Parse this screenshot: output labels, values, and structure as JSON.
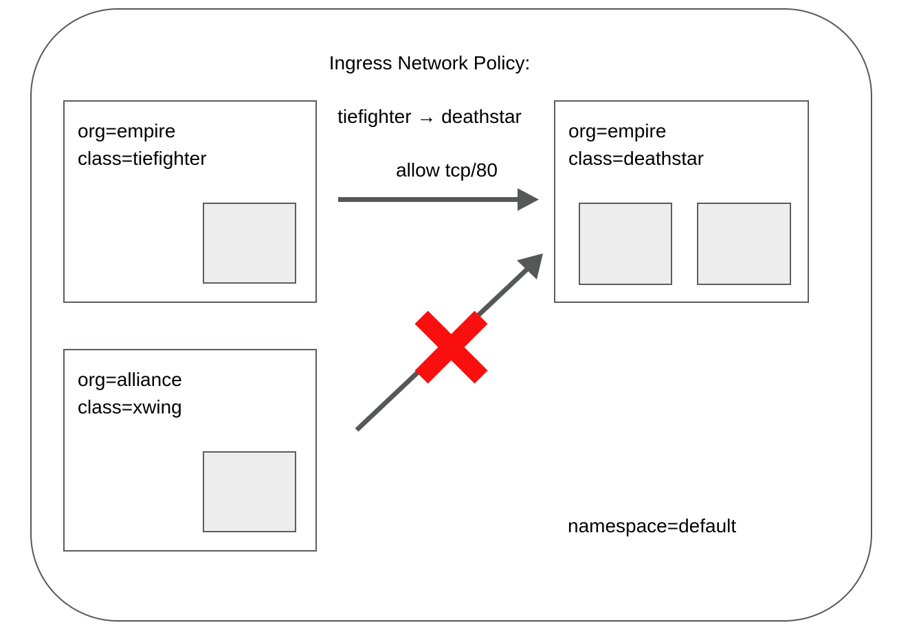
{
  "diagram": {
    "title_lines": [
      "Ingress Network Policy:",
      "tiefighter → deathstar",
      "allow tcp/80"
    ],
    "namespace_label": "namespace=default",
    "colors": {
      "border_gray": "#5a5c5e",
      "pod_fill": "#ededed",
      "arrow_gray": "#555759",
      "deny_red": "#fa0f0f",
      "text_black": "#000000",
      "background": "#ffffff"
    },
    "groups": [
      {
        "id": "tiefighter",
        "labels": [
          "org=empire",
          "class=tiefighter"
        ],
        "pod_count": 1
      },
      {
        "id": "deathstar",
        "labels": [
          "org=empire",
          "class=deathstar"
        ],
        "pod_count": 2
      },
      {
        "id": "xwing",
        "labels": [
          "org=alliance",
          "class=xwing"
        ],
        "pod_count": 1
      }
    ],
    "connections": [
      {
        "id": "allowed-tiefighter-to-deathstar",
        "from": "tiefighter",
        "to": "deathstar",
        "state": "allowed",
        "marker": "arrowhead"
      },
      {
        "id": "denied-xwing-to-deathstar",
        "from": "xwing",
        "to": "deathstar",
        "state": "denied",
        "marker": "arrowhead-with-red-x"
      }
    ]
  }
}
